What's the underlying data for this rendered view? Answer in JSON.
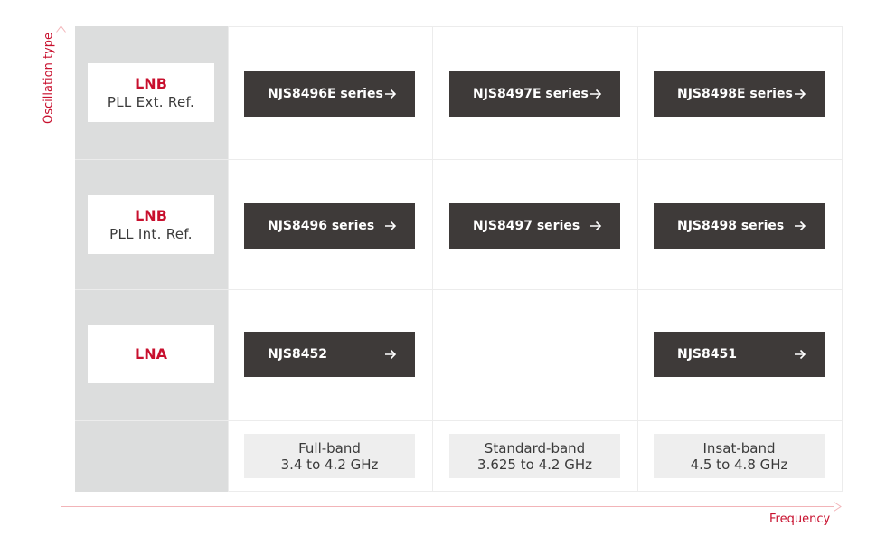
{
  "axes": {
    "y_label": "Oscillation type",
    "x_label": "Frequency"
  },
  "rows": [
    {
      "main": "LNB",
      "sub": "PLL Ext. Ref."
    },
    {
      "main": "LNB",
      "sub": "PLL Int. Ref."
    },
    {
      "main": "LNA",
      "sub": ""
    }
  ],
  "products": {
    "row1": [
      "NJS8496E series",
      "NJS8497E series",
      "NJS8498E series"
    ],
    "row2": [
      "NJS8496 series",
      "NJS8497 series",
      "NJS8498 series"
    ],
    "row3": [
      "NJS8452",
      "NJS8451"
    ]
  },
  "bands": [
    {
      "name": "Full-band",
      "range": "3.4 to 4.2 GHz"
    },
    {
      "name": "Standard-band",
      "range": "3.625 to 4.2 GHz"
    },
    {
      "name": "Insat-band",
      "range": "4.5 to 4.8 GHz"
    }
  ],
  "colors": {
    "accent_red": "#c8102e",
    "button_dark": "#3e3a39",
    "row_header_bg": "#dcdddd",
    "band_bg": "#eeeeee",
    "axis_line": "#f2b4b8"
  },
  "icons": {
    "button_arrow": "right-arrow-icon",
    "axis_arrows": "open-chevron-arrow-icon"
  }
}
